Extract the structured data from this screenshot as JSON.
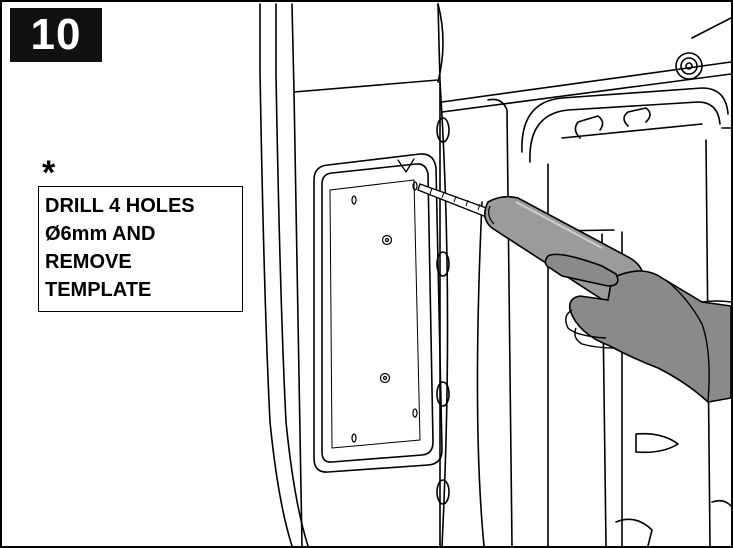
{
  "step": {
    "number": "10"
  },
  "note": {
    "marker": "*",
    "lines": [
      "DRILL 4 HOLES",
      "Ø6mm AND",
      "REMOVE",
      "TEMPLATE"
    ]
  },
  "colors": {
    "badge_bg": "#111111",
    "badge_text": "#ffffff",
    "hand_fill": "#8a8a8a",
    "drill_fill": "#9b9b9b",
    "line": "#000000"
  }
}
